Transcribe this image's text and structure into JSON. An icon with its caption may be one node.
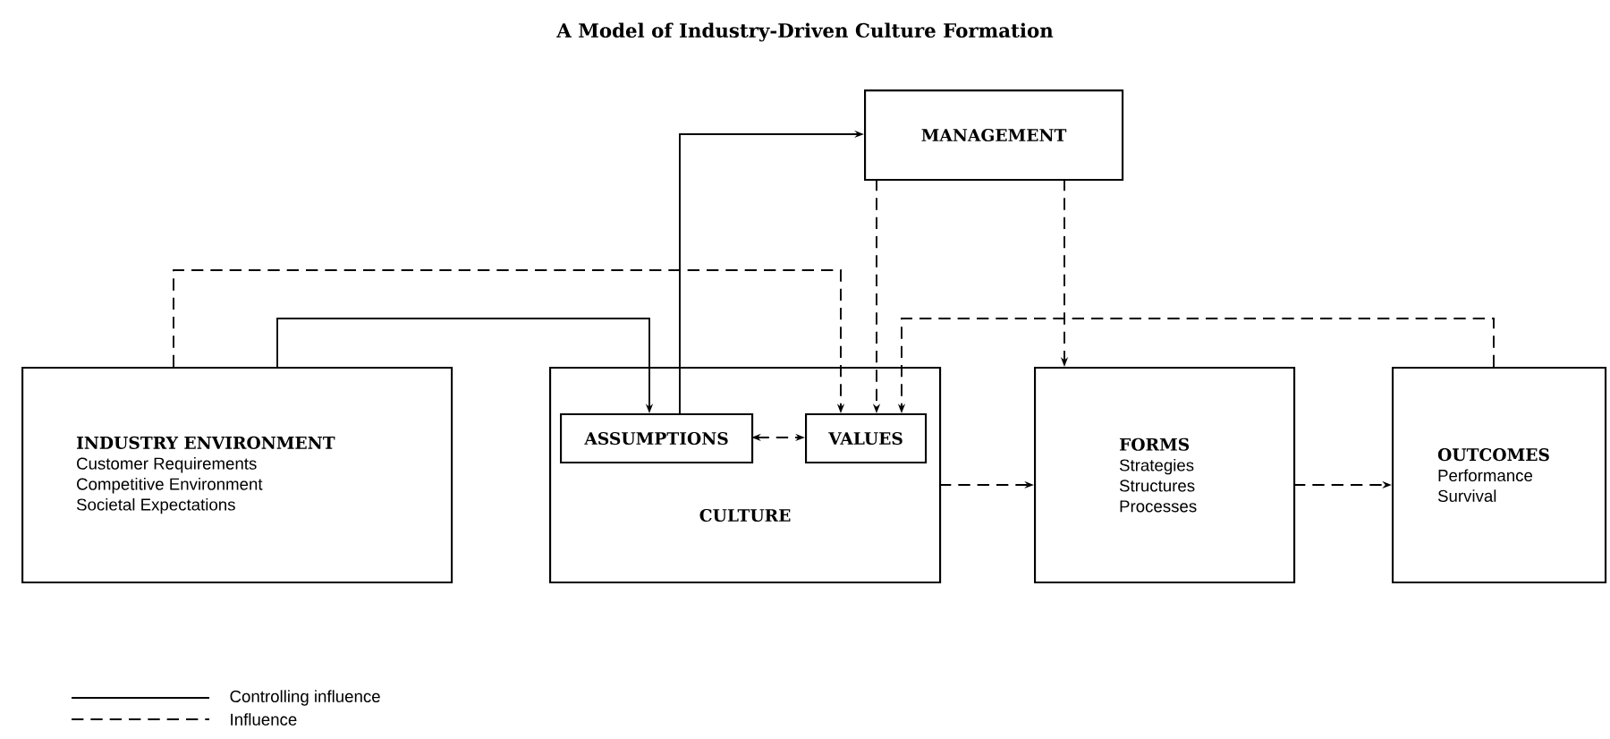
{
  "diagram": {
    "title": "A Model of Industry-Driven Culture Formation",
    "nodes": [
      {
        "text": [
          "MANAGEMENT"
        ]
      },
      {
        "text": [
          "INDUSTRY ENVIRONMENT",
          "Customer Requirements",
          "Competitive Environment",
          "Societal Expectations"
        ]
      },
      {
        "text": [
          "CULTURE"
        ]
      },
      {
        "text": [
          "ASSUMPTIONS"
        ],
        "in": 2
      },
      {
        "text": [
          "VALUES"
        ],
        "in": 2
      },
      {
        "text": [
          "FORMS",
          "Strategies",
          "Structures",
          "Processes"
        ]
      },
      {
        "text": [
          "OUTCOMES",
          "Performance",
          "Survival"
        ]
      }
    ],
    "edges": [
      {
        "from": 1,
        "to": 3,
        "arrow": "to"
      },
      {
        "from": 1,
        "to": 4,
        "arrow": "to",
        "style": "dashed"
      },
      {
        "from": 3,
        "to": 0,
        "arrow": "to"
      },
      {
        "from": 0,
        "to": 4,
        "arrow": "to",
        "style": "dashed"
      },
      {
        "from": 0,
        "to": 5,
        "arrow": "to",
        "style": "dashed"
      },
      {
        "from": 6,
        "to": 4,
        "arrow": "to",
        "style": "dashed"
      },
      {
        "from": 3,
        "to": 4,
        "arrow": "both",
        "style": "dashed"
      },
      {
        "from": 2,
        "to": 5,
        "arrow": "to",
        "style": "dashed"
      },
      {
        "from": 5,
        "to": 6,
        "arrow": "to",
        "style": "dashed"
      }
    ],
    "legend": [
      {
        "text": "Controlling influence"
      },
      {
        "text": "Influence"
      }
    ]
  }
}
